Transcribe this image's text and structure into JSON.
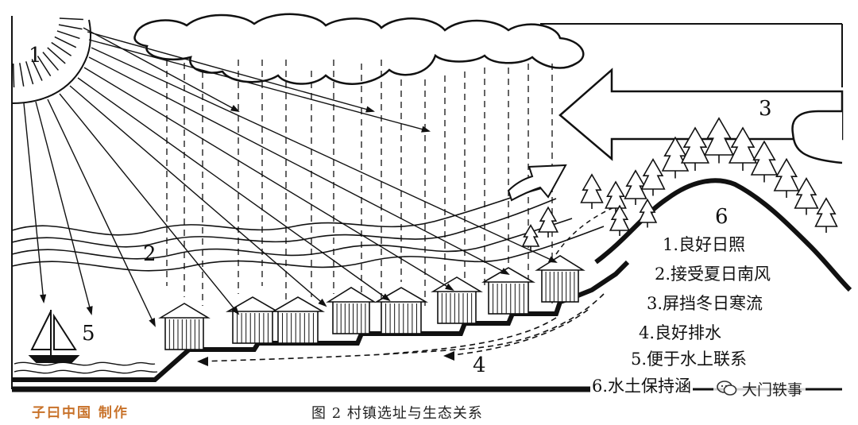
{
  "labels": {
    "sun": "1",
    "wind": "2",
    "cold": "3",
    "drainage": "4",
    "water": "5",
    "forest": "6"
  },
  "legend": [
    "1.良好日照",
    "2.接受夏日南风",
    "3.屏挡冬日寒流",
    "4.良好排水",
    "5.便于水上联系",
    "6.水土保持涵"
  ],
  "caption": "图 2   村镇选址与生态关系",
  "credit": "子曰中国 制作",
  "watermark": "大门轶事",
  "icons": {
    "watermark": "wechat-icon"
  },
  "colors": {
    "ink": "#111111",
    "credit": "#c8722a",
    "background": "#ffffff"
  }
}
